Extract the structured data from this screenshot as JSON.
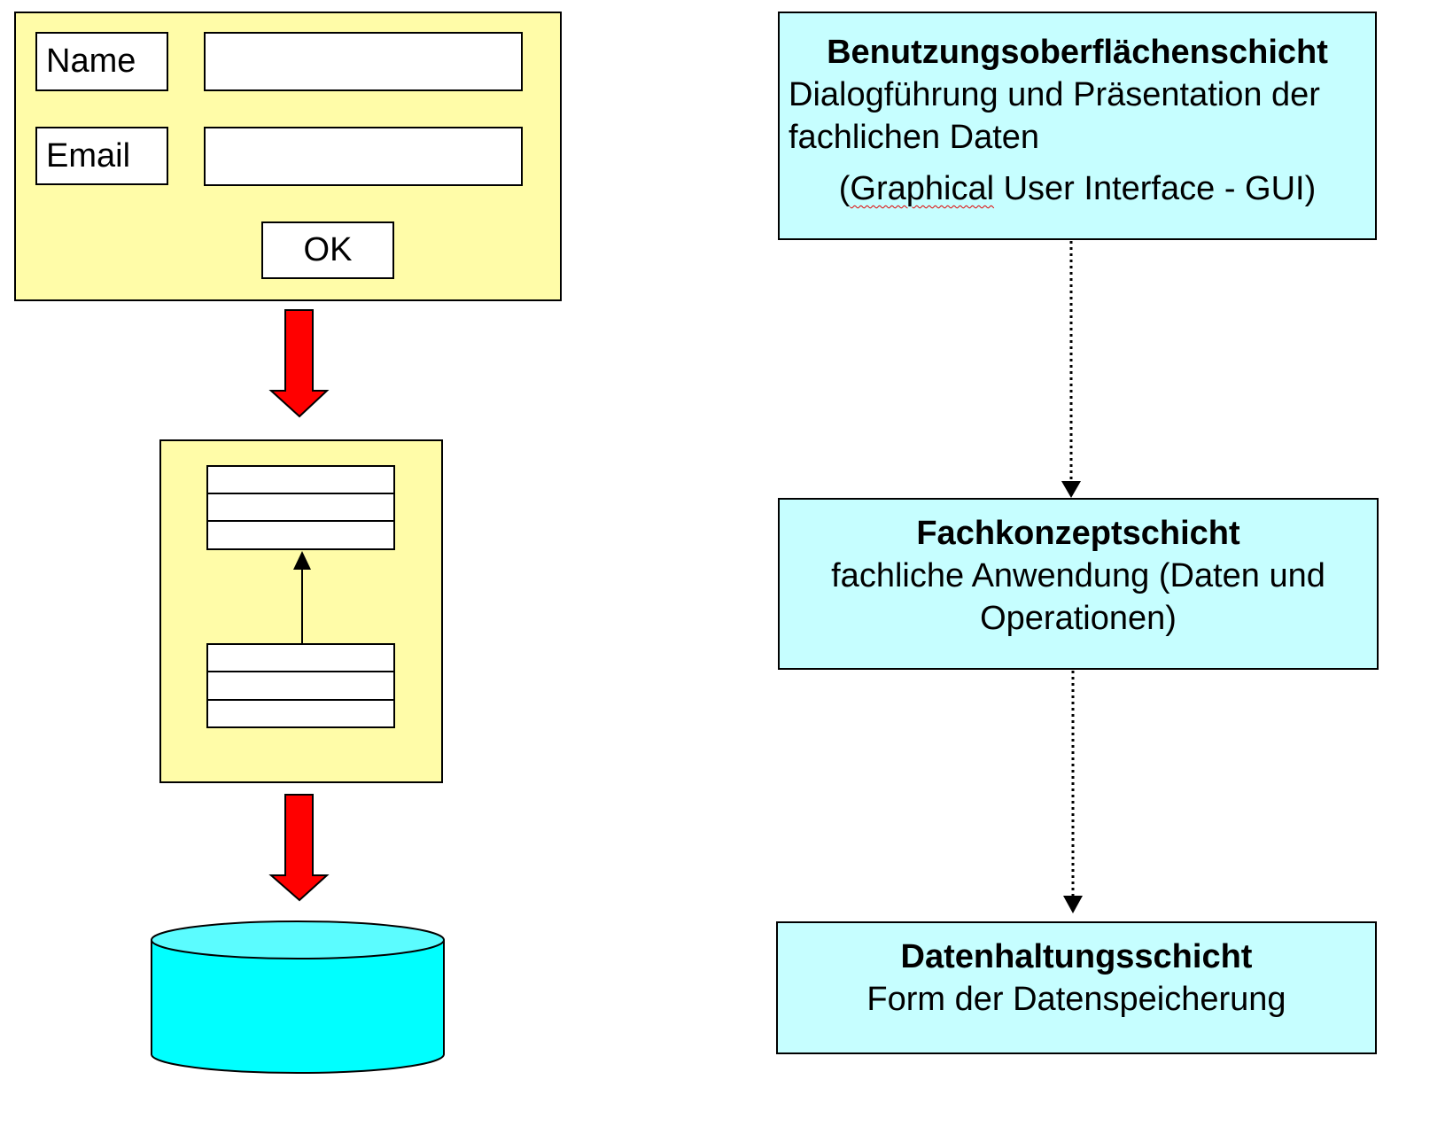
{
  "form": {
    "name_label": "Name",
    "email_label": "Email",
    "name_value": "",
    "email_value": "",
    "ok_label": "OK"
  },
  "layers": {
    "ui": {
      "title": "Benutzungsoberflächenschicht",
      "line1": "Dialogführung und Präsentation der",
      "line2": "fachlichen Daten",
      "gui_open": "(",
      "gui_word": "Graphical",
      "gui_rest": " User Interface - GUI)"
    },
    "domain": {
      "title": "Fachkonzeptschicht",
      "line1": "fachliche Anwendung (Daten und",
      "line2": "Operationen)"
    },
    "data": {
      "title": "Datenhaltungsschicht",
      "line1": "Form der Datenspeicherung"
    }
  },
  "colors": {
    "form_bg": "#FFFCA8",
    "layer_bg": "#C6FEFF",
    "arrow_red": "#FF0000",
    "cylinder": "#00FFFF",
    "cylinder_top": "#5BFCFF"
  }
}
